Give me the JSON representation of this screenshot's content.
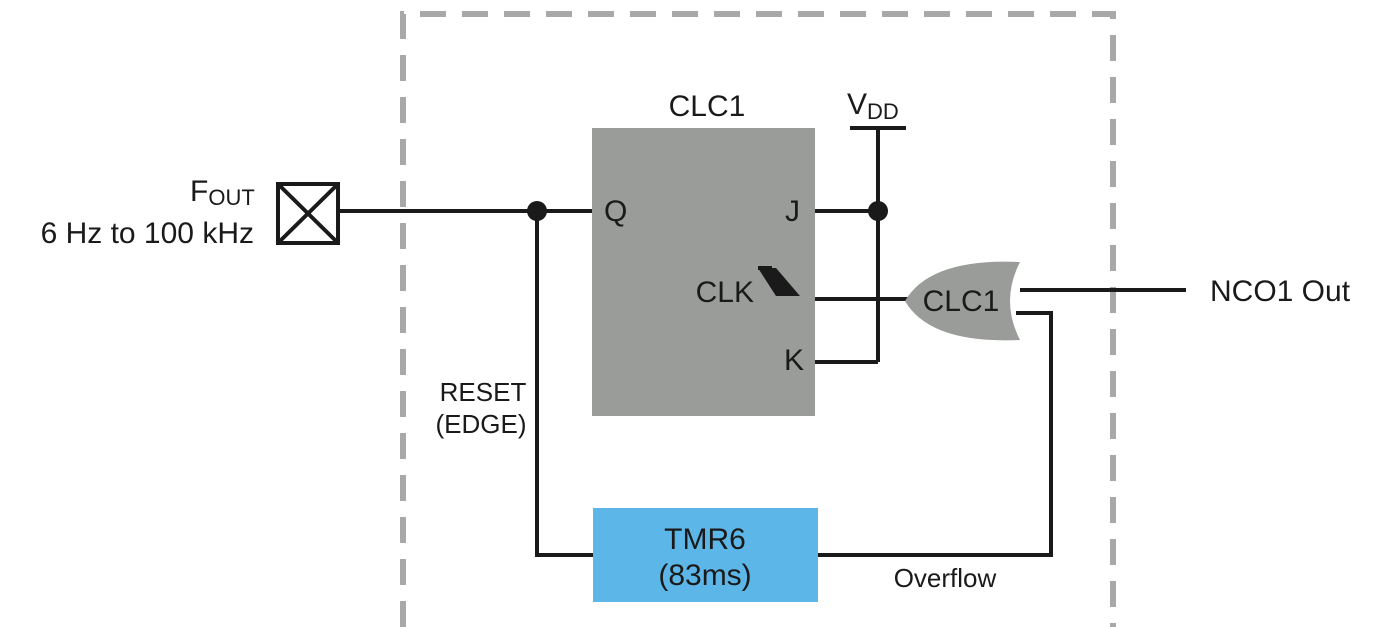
{
  "input": {
    "name_main": "F",
    "name_sub": "OUT",
    "range": "6 Hz to 100 kHz"
  },
  "flipflop": {
    "title": "CLC1",
    "pin_q": "Q",
    "pin_j": "J",
    "pin_clk": "CLK",
    "pin_k": "K"
  },
  "supply": {
    "main": "V",
    "sub": "DD"
  },
  "gate": {
    "label": "CLC1"
  },
  "output": {
    "label": "NCO1 Out"
  },
  "reset": {
    "line1": "RESET",
    "line2": "(EDGE)"
  },
  "timer": {
    "line1": "TMR6",
    "line2": "(83ms)"
  },
  "overflow": {
    "label": "Overflow"
  },
  "colors": {
    "block_gray": "#999c98",
    "timer_blue": "#5db6e8",
    "border_dash": "#a8a8a8",
    "wire": "#1a1a1a"
  }
}
